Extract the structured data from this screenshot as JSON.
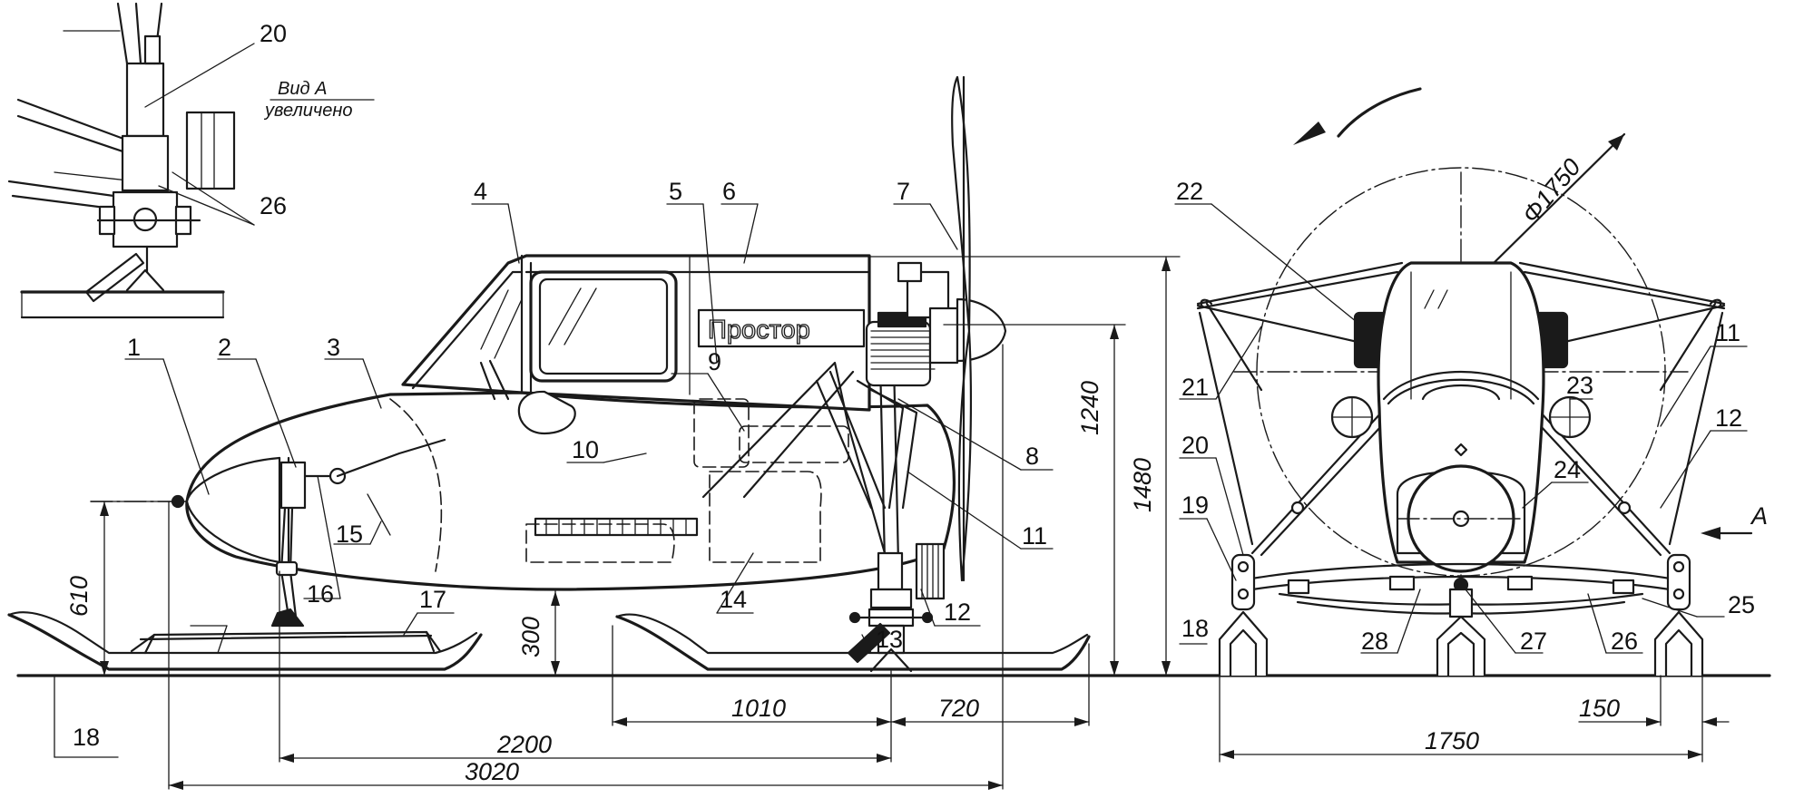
{
  "callouts": {
    "c1": "1",
    "c2": "2",
    "c3": "3",
    "c4": "4",
    "c5": "5",
    "c6": "6",
    "c7": "7",
    "c8": "8",
    "c9": "9",
    "c10": "10",
    "c11": "11",
    "c12": "12",
    "c13": "13",
    "c14": "14",
    "c15": "15",
    "c16": "16",
    "c17": "17",
    "c18": "18",
    "c11_front": "11",
    "c12_front": "12",
    "c18_front": "18",
    "c19": "19",
    "c20": "20",
    "c20_detail": "20",
    "c21": "21",
    "c22": "22",
    "c23": "23",
    "c24": "24",
    "c25": "25",
    "c26": "26",
    "c26_detail": "26",
    "c26_front": "26",
    "c27": "27",
    "c28": "28"
  },
  "dimensions": {
    "d3020": "3020",
    "d2200": "2200",
    "d1010": "1010",
    "d720": "720",
    "d610": "610",
    "d300": "300",
    "d1240": "1240",
    "d1480": "1480",
    "d1750": "1750",
    "d150": "150",
    "dia1750": "Φ1750"
  },
  "labels": {
    "brand": "Простор",
    "view_title": "Вид А",
    "view_subtitle": "увеличено",
    "view_arrow": "А"
  }
}
